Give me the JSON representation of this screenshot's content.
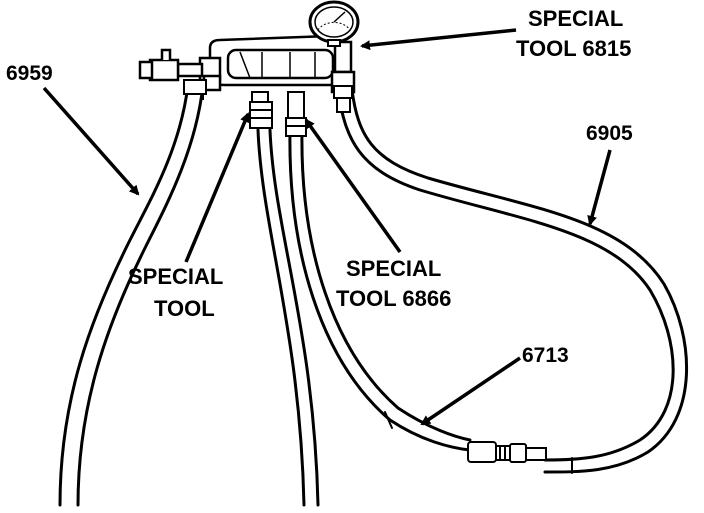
{
  "labels": {
    "hose_left": "6959",
    "hose_right": "6905",
    "hose_middle": "6713",
    "tool_gauge_line1": "SPECIAL",
    "tool_gauge_line2": "TOOL 6815",
    "tool_left_line1": "SPECIAL",
    "tool_left_line2": "TOOL",
    "tool_mid_line1": "SPECIAL",
    "tool_mid_line2": "TOOL 6866"
  },
  "colors": {
    "ink": "#000000",
    "paper": "#ffffff"
  }
}
